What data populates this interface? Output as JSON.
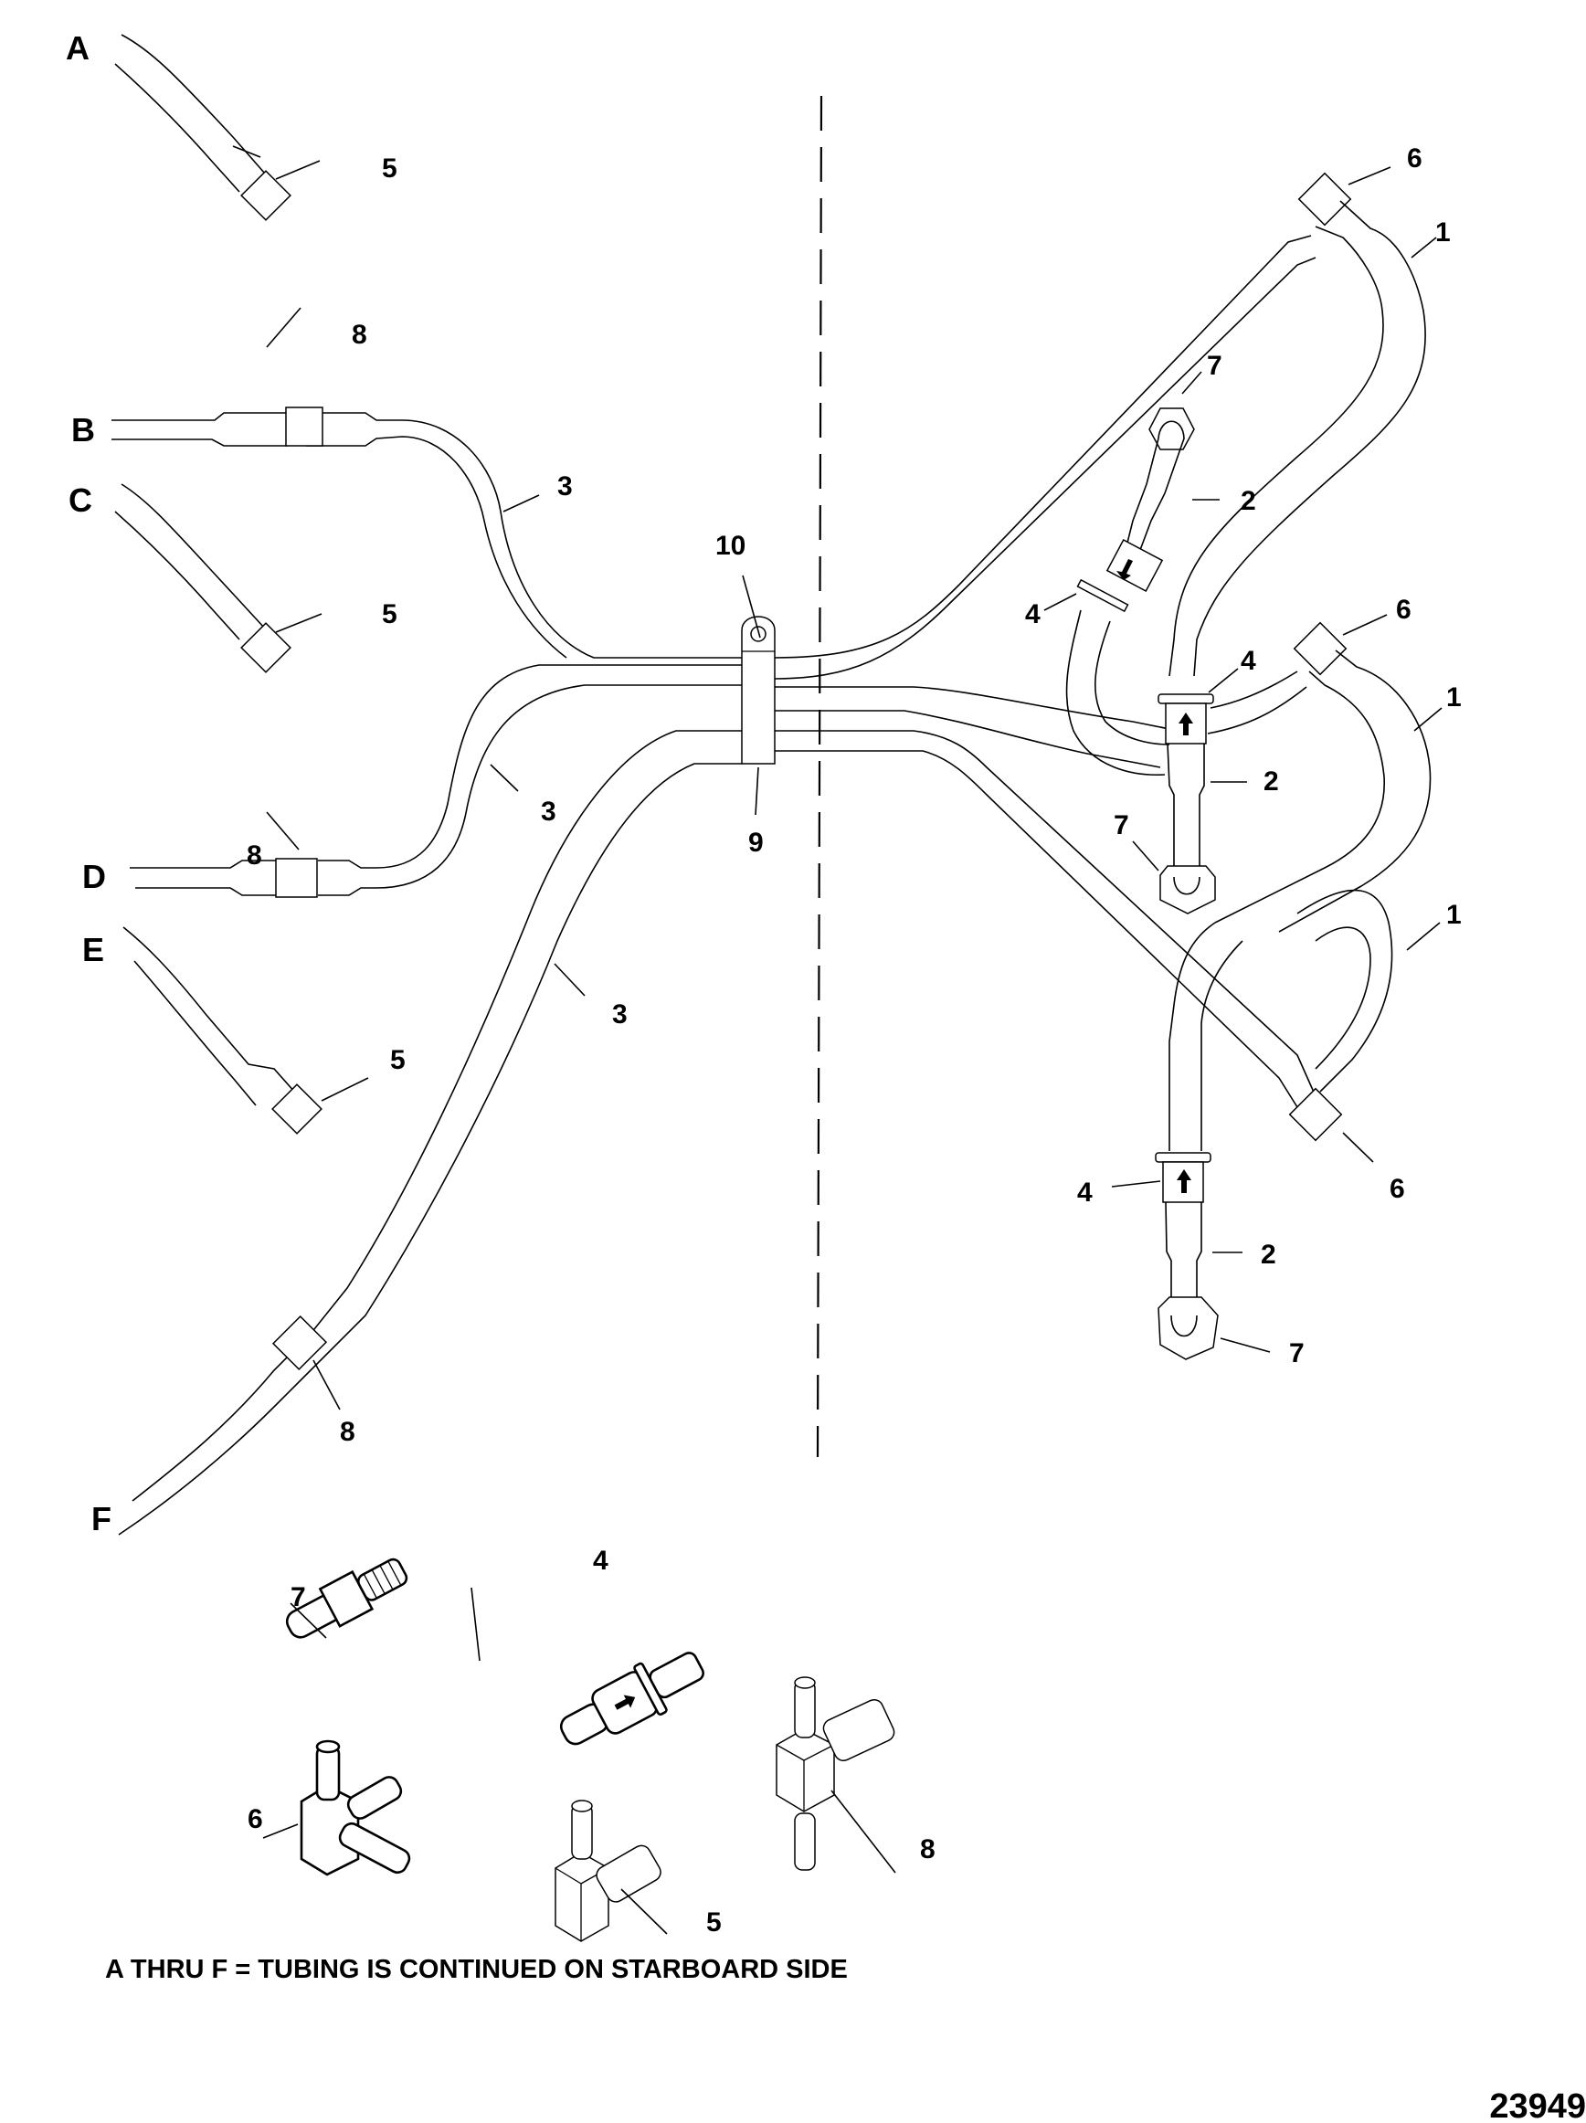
{
  "diagram": {
    "title": "Tubing routing diagram",
    "note": "A THRU F = TUBING IS CONTINUED ON STARBOARD SIDE",
    "figure_number": "23949",
    "tube_end_letters": [
      "A",
      "B",
      "C",
      "D",
      "E",
      "F"
    ],
    "callouts": {
      "a_fitting": "5",
      "b_coupling": "8",
      "b_tube": "3",
      "c_fitting": "5",
      "clamp_screw": "10",
      "d_coupling": "8",
      "d_tube": "3",
      "clamp": "9",
      "f_tube": "3",
      "e_fitting": "5",
      "f_coupling": "8",
      "upper_tee": "6",
      "upper_loop": "1",
      "upper_nut": "7",
      "upper_hose": "2",
      "upper_valve": "4",
      "mid_tee": "6",
      "mid_valve": "4",
      "mid_loop": "1",
      "mid_hose": "2",
      "mid_nut": "7",
      "lower_loop": "1",
      "lower_tee": "6",
      "lower_valve": "4",
      "lower_hose": "2",
      "lower_nut": "7"
    },
    "parts_detail": [
      {
        "callout": "7",
        "part": "hex-fitting"
      },
      {
        "callout": "4",
        "part": "check-valve"
      },
      {
        "callout": "6",
        "part": "tee-fitting"
      },
      {
        "callout": "5",
        "part": "elbow-fitting"
      },
      {
        "callout": "8",
        "part": "tee-connector"
      }
    ]
  }
}
